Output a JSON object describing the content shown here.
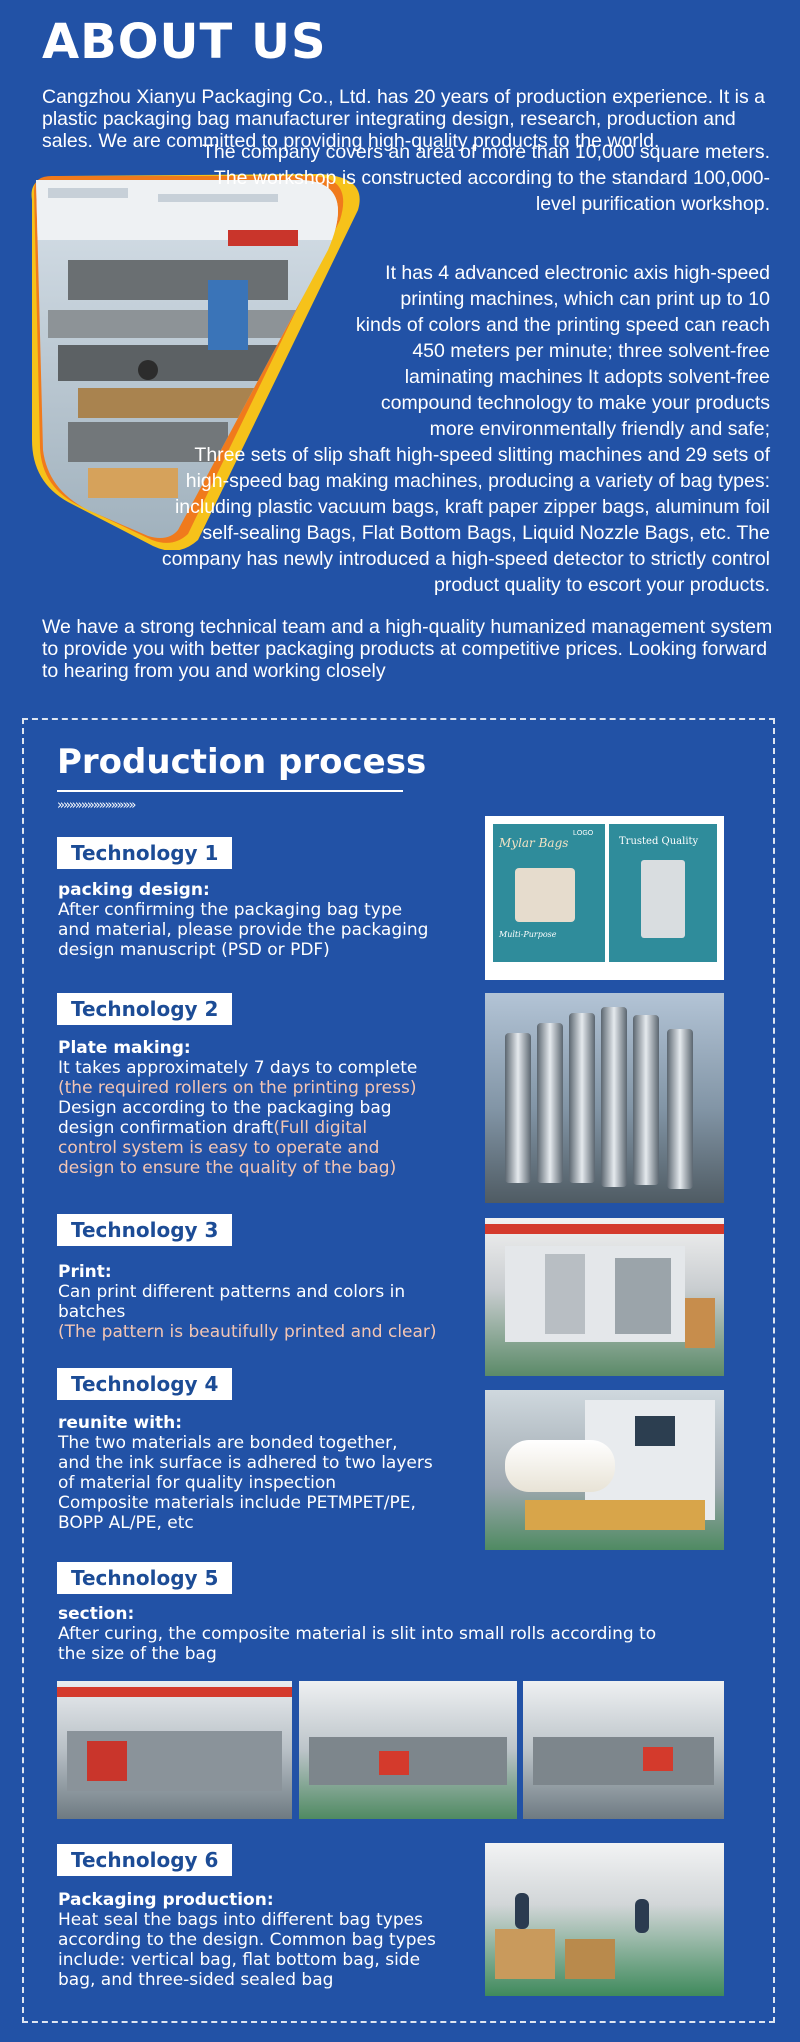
{
  "about": {
    "title": "ABOUT US",
    "intro": "Cangzhou Xianyu Packaging Co., Ltd. has 20 years of production experience. It is a plastic packaging bag manufacturer integrating design, research, production and sales. We are committed to providing high-quality products to the world.",
    "para_area": "The company covers an area of more than 10,000 square meters. The workshop is constructed according to the standard 100,000-level purification workshop.",
    "para_machines": "It has 4 advanced electronic axis high-speed printing machines, which can print up to 10 kinds of colors and the printing speed can reach 450 meters per minute; three solvent-free laminating machines It adopts solvent-free compound technology to make your products more environmentally friendly and safe;",
    "para_slitting": "Three sets of slip shaft high-speed slitting machines and 29 sets of high-speed bag making machines, producing a variety of bag types: including plastic vacuum bags, kraft paper zipper bags, aluminum foil self-sealing Bags, Flat Bottom Bags, Liquid Nozzle Bags, etc. The company has newly introduced a high-speed detector to strictly control product quality to escort your products.",
    "closing": "We have a strong technical team and a high-quality humanized management system to provide you with better packaging products at competitive prices. Looking forward to hearing from you and working closely"
  },
  "process": {
    "title": "Production process",
    "chevrons": "»»»»»»»»»»»»»"
  },
  "steps": [
    {
      "label": "Technology 1",
      "heading": "packing design:",
      "lines": [
        "After confirming the packaging bag type",
        "and material, please provide the packaging",
        "design manuscript (PSD or PDF)"
      ]
    },
    {
      "label": "Technology 2",
      "heading": "Plate making:",
      "line1": "It takes approximately 7 days to complete",
      "note1": "(the required rollers on the printing press)",
      "line2": "Design according to the packaging bag",
      "line3": "design confirmation draft",
      "note2a": "(Full digital",
      "note2b": "control system is easy to operate and",
      "note2c": "design to ensure the quality of the bag)"
    },
    {
      "label": "Technology 3",
      "heading": "Print:",
      "lines": [
        "Can print different patterns and colors in",
        "batches"
      ],
      "note": "(The pattern is beautifully printed and clear)"
    },
    {
      "label": "Technology 4",
      "heading": "reunite with:",
      "lines": [
        "The two materials are bonded together,",
        "and the ink surface is adhered to two layers",
        "of material for quality inspection",
        "Composite materials include PETMPET/PE,",
        "BOPP AL/PE, etc"
      ]
    },
    {
      "label": "Technology 5",
      "heading": "section:",
      "lines": [
        "After curing, the composite material is slit into small rolls according to",
        "the size of the bag"
      ]
    },
    {
      "label": "Technology 6",
      "heading": "Packaging production:",
      "lines": [
        "Heat seal the bags into different bag types",
        "according to the design. Common bag types",
        "include: vertical bag, flat bottom bag, side",
        "bag, and three-sided sealed bag"
      ]
    }
  ],
  "mockup": {
    "brand": "Mylar Bags",
    "logo": "LOGO",
    "trusted": "Trusted Quality",
    "purpose": "Multi-Purpose"
  },
  "colors": {
    "background": "#2252a6",
    "badge_text": "#1c4c96",
    "note": "#f4c6b4",
    "arc_orange": "#f07a1c",
    "arc_yellow": "#f6c21a"
  }
}
